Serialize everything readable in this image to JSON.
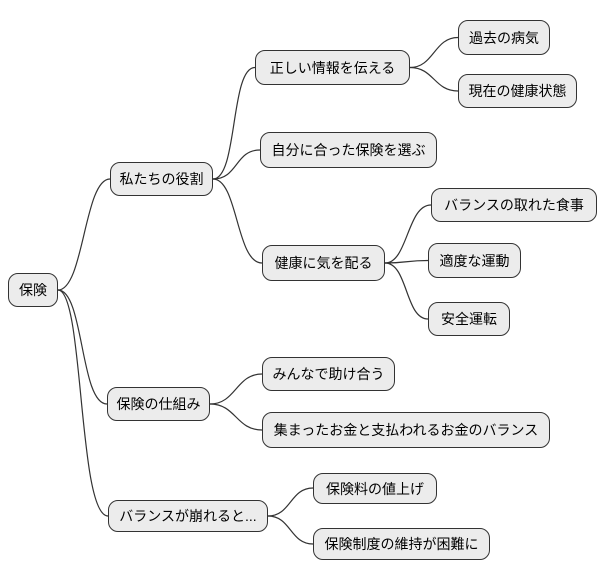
{
  "diagram": {
    "type": "mindmap",
    "root": {
      "label": "保険",
      "children": [
        {
          "label": "私たちの役割",
          "children": [
            {
              "label": "正しい情報を伝える",
              "children": [
                {
                  "label": "過去の病気"
                },
                {
                  "label": "現在の健康状態"
                }
              ]
            },
            {
              "label": "自分に合った保険を選ぶ"
            },
            {
              "label": "健康に気を配る",
              "children": [
                {
                  "label": "バランスの取れた食事"
                },
                {
                  "label": "適度な運動"
                },
                {
                  "label": "安全運転"
                }
              ]
            }
          ]
        },
        {
          "label": "保険の仕組み",
          "children": [
            {
              "label": "みんなで助け合う"
            },
            {
              "label": "集まったお金と支払われるお金のバランス"
            }
          ]
        },
        {
          "label": "バランスが崩れると...",
          "children": [
            {
              "label": "保険料の値上げ"
            },
            {
              "label": "保険制度の維持が困難に"
            }
          ]
        }
      ]
    },
    "colors": {
      "background": "#ffffff",
      "node_fill": "#ececec",
      "node_border": "#333333",
      "edge": "#333333",
      "text": "#000000"
    }
  }
}
